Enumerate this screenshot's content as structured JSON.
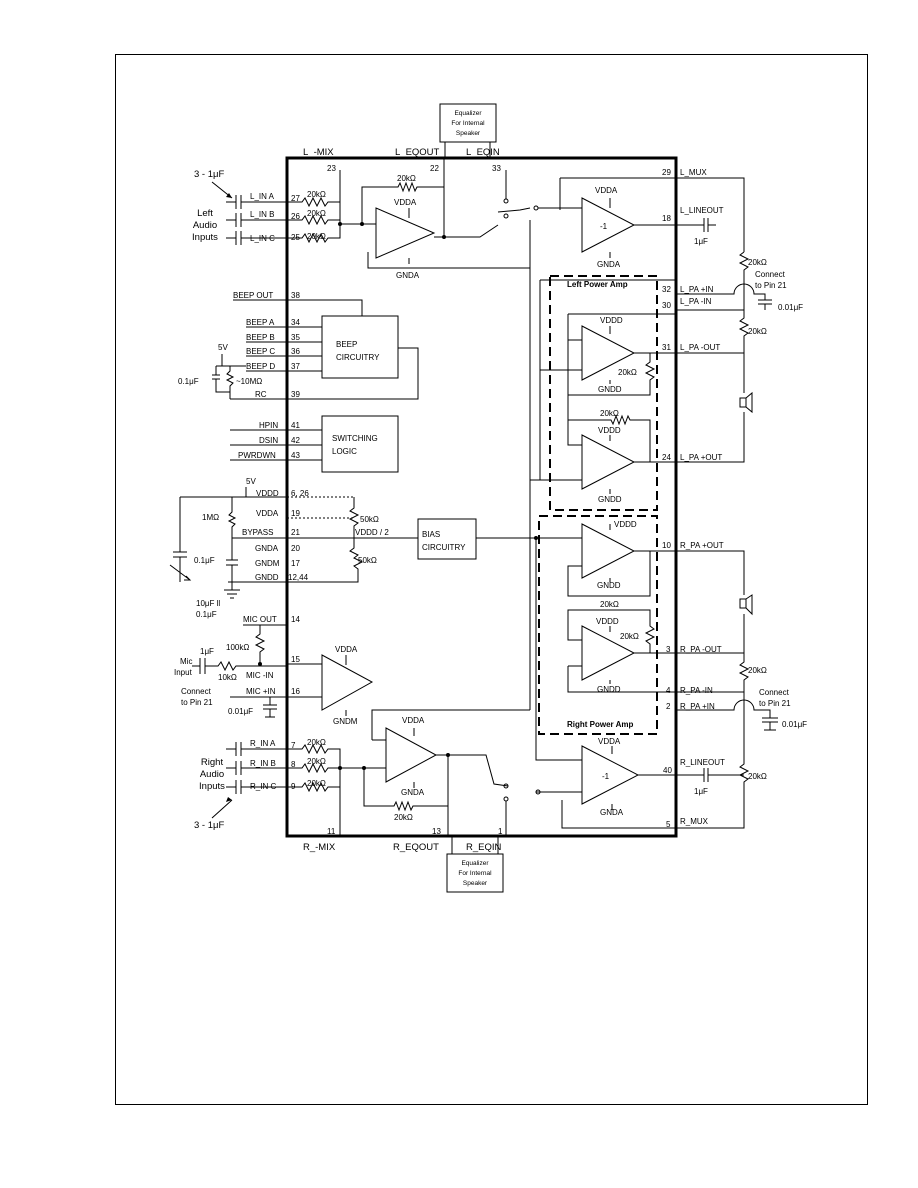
{
  "equalizer_top": [
    "Equalizer",
    "For Internal",
    "Speaker"
  ],
  "equalizer_bottom": [
    "Equalizer",
    "For Internal",
    "Speaker"
  ],
  "caps_top": "3 - 1μF",
  "caps_bottom": "3 - 1μF",
  "left_inputs_label": [
    "Left",
    "Audio",
    "Inputs"
  ],
  "right_inputs_label": [
    "Right",
    "Audio",
    "Inputs"
  ],
  "left_pins": [
    {
      "name": "L_IN A",
      "pin": "27"
    },
    {
      "name": "L_IN B",
      "pin": "26"
    },
    {
      "name": "L_IN C",
      "pin": "25"
    }
  ],
  "right_pins": [
    {
      "name": "R_IN A",
      "pin": "7"
    },
    {
      "name": "R_IN B",
      "pin": "8"
    },
    {
      "name": "R_IN C",
      "pin": "9"
    }
  ],
  "res_20k": "20kΩ",
  "res_50k": "50kΩ",
  "res_100k": "100kΩ",
  "res_10k": "10kΩ",
  "res_1m": "1MΩ",
  "res_10m": "~10MΩ",
  "top_labels": {
    "l_mix": "L_-MIX",
    "l_mix_pin": "23",
    "l_eqout": "L_EQOUT",
    "l_eqout_pin": "22",
    "l_eqin": "L_EQIN",
    "l_eqin_pin": "33"
  },
  "bottom_labels": {
    "r_mix": "R_-MIX",
    "r_mix_pin": "11",
    "r_eqout": "R_EQOUT",
    "r_eqout_pin": "13",
    "r_eqin": "R_EQIN",
    "r_eqin_pin": "1"
  },
  "supply": {
    "vdda": "VDDA",
    "gnda": "GNDA",
    "vddd": "VDDD",
    "gndd": "GNDD",
    "gndm": "GNDM",
    "v5": "5V"
  },
  "beep": {
    "out": "BEEP OUT",
    "out_pin": "38",
    "pins": [
      {
        "name": "BEEP A",
        "pin": "34"
      },
      {
        "name": "BEEP B",
        "pin": "35"
      },
      {
        "name": "BEEP C",
        "pin": "36"
      },
      {
        "name": "BEEP D",
        "pin": "37"
      },
      {
        "name": "RC",
        "pin": "39"
      }
    ],
    "block": [
      "BEEP",
      "CIRCUITRY"
    ],
    "cap": "0.1μF"
  },
  "switching": {
    "pins": [
      {
        "name": "HPIN",
        "pin": "41"
      },
      {
        "name": "DSIN",
        "pin": "42"
      },
      {
        "name": "PWRDWN",
        "pin": "43"
      }
    ],
    "block": [
      "SWITCHING",
      "LOGIC"
    ]
  },
  "power": {
    "pins": [
      {
        "name": "VDDD",
        "pin": "6, 26"
      },
      {
        "name": "VDDA",
        "pin": "19"
      },
      {
        "name": "BYPASS",
        "pin": "21"
      },
      {
        "name": "GNDA",
        "pin": "20"
      },
      {
        "name": "GNDM",
        "pin": "17"
      },
      {
        "name": "GNDD",
        "pin": "12,44"
      }
    ],
    "vddd2": "VDDD / 2",
    "bias": [
      "BIAS",
      "CIRCUITRY"
    ],
    "cap_01": "0.1μF",
    "cap_combo": [
      "10μF ll",
      "0.1μF"
    ]
  },
  "mic": {
    "out": "MIC OUT",
    "out_pin": "14",
    "min": "MIC -IN",
    "min_pin": "15",
    "pin": "MIC +IN",
    "pin_pin": "16",
    "input": [
      "Mic",
      "Input"
    ],
    "cap": "1μF",
    "connect": [
      "Connect",
      "to Pin 21"
    ],
    "cap2": "0.01μF"
  },
  "right_side_left": [
    {
      "name": "L_MUX",
      "pin": "29"
    },
    {
      "name": "L_LINEOUT",
      "pin": "18"
    },
    {
      "name": "L_PA +IN",
      "pin": "32"
    },
    {
      "name": "L_PA -IN",
      "pin": "30"
    },
    {
      "name": "L_PA -OUT",
      "pin": "31"
    },
    {
      "name": "L_PA +OUT",
      "pin": "24"
    }
  ],
  "right_side_right": [
    {
      "name": "R_PA +OUT",
      "pin": "10"
    },
    {
      "name": "R_PA -OUT",
      "pin": "3"
    },
    {
      "name": "R_PA -IN",
      "pin": "4"
    },
    {
      "name": "R_PA +IN",
      "pin": "2"
    },
    {
      "name": "R_LINEOUT",
      "pin": "40"
    },
    {
      "name": "R_MUX",
      "pin": "5"
    }
  ],
  "amp_labels": {
    "left": "Left Power Amp",
    "right": "Right Power Amp",
    "minus1": "-1"
  },
  "cap_1u": "1μF",
  "connect_pin21": [
    "Connect",
    "to Pin 21"
  ],
  "cap_001": "0.01μF"
}
